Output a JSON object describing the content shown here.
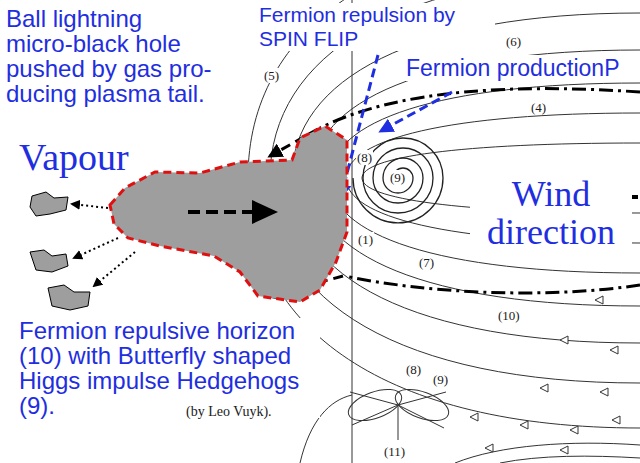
{
  "diagram": {
    "labels": [
      "Ball lightning micro-black hole pushed by gas pro- ducing plasma tail.",
      "Fermion repulsion by SPIN FLIP",
      "Fermion productionP",
      "Vapour",
      "Wind direction",
      "Fermion repulsive horizon (10) with Butterfly shaped Higgs impulse Hedgehogs (9).",
      "(by Leo Vuyk).",
      "(5)",
      "(6)",
      "(4)",
      "(8)",
      "(9)",
      "(1)",
      "(7)",
      "(10)",
      "(8)",
      "(9)",
      "(11)"
    ]
  }
}
